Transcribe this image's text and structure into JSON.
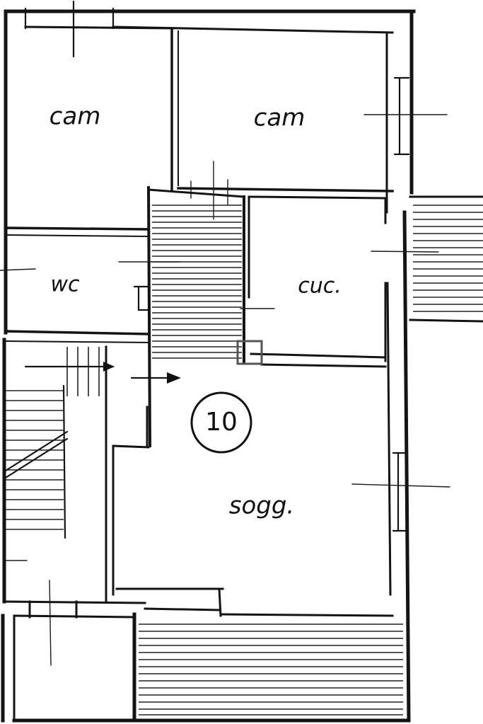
{
  "plan": {
    "unit_number": "10",
    "rooms": {
      "bedroom_1": "cam",
      "bedroom_2": "cam",
      "bathroom": "wc",
      "kitchen": "cuc.",
      "living": "sogg."
    }
  }
}
